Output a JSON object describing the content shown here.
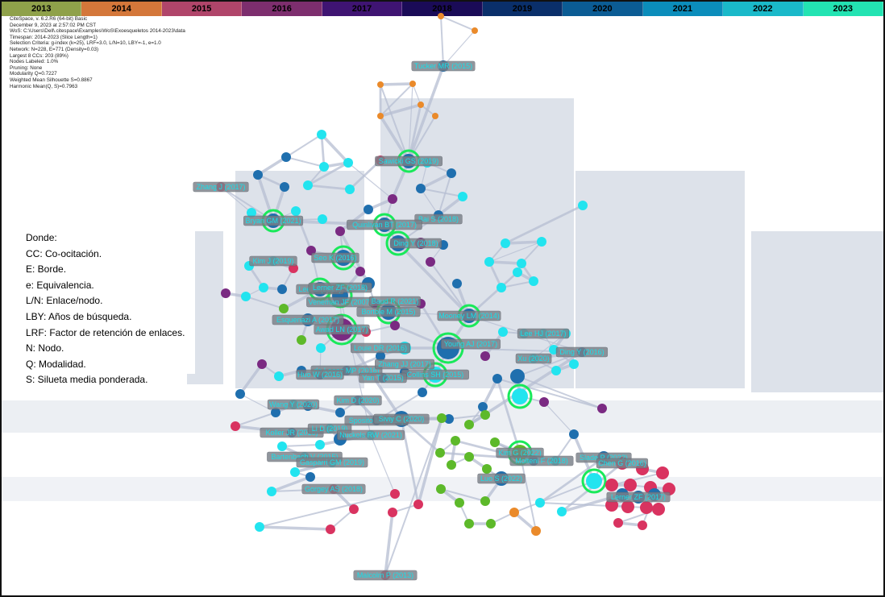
{
  "timeline": {
    "years": [
      {
        "label": "2013",
        "color": "#8fa14a"
      },
      {
        "label": "2014",
        "color": "#d4773a"
      },
      {
        "label": "2015",
        "color": "#b0456a"
      },
      {
        "label": "2016",
        "color": "#7d2e6e"
      },
      {
        "label": "2017",
        "color": "#3f1472"
      },
      {
        "label": "2018",
        "color": "#1a0b57"
      },
      {
        "label": "2019",
        "color": "#0a2f6a"
      },
      {
        "label": "2020",
        "color": "#0b5c94"
      },
      {
        "label": "2021",
        "color": "#0b8dbb"
      },
      {
        "label": "2022",
        "color": "#1ab9c9"
      },
      {
        "label": "2023",
        "color": "#23e3b2"
      }
    ]
  },
  "meta": {
    "lines": [
      "CiteSpace, v. 6.2.R6 (64-bit) Basic",
      "December 9, 2023 at 2:57:02 PM CST",
      "WoS: C:\\Users\\Dell\\.citespace\\Examples\\WoS\\Exoesqueletos 2014-2023\\data",
      "Timespan: 2014-2023 (Slice Length=1)",
      "Selection Criteria: g-index (k=25), LRF=3.0, L/N=10, LBY=-1, e=1.0",
      "Network: N=228, E=771 (Density=0.03)",
      "Largest 8 CCs: 203 (89%)",
      "Nodes Labeled: 1.0%",
      "Pruning: None",
      "Modularity Q=0.7227",
      "Weighted Mean Silhouette S=0.8867",
      "Harmonic Mean(Q, S)=0.7963"
    ]
  },
  "legend": {
    "title": "Donde:",
    "items": [
      "CC: Co-ocitación.",
      "E: Borde.",
      "e: Equivalencia.",
      "L/N: Enlace/nodo.",
      "LBY: Años de búsqueda.",
      "LRF: Factor de retención de enlaces.",
      "N: Nodo.",
      "Q: Modalidad.",
      "S: Silueta media ponderada."
    ]
  },
  "network": {
    "colors": {
      "cyan": "#22e4ef",
      "blue": "#1f6fae",
      "purple": "#7a2a82",
      "red": "#d93360",
      "green": "#5db92a",
      "orange": "#ea8a2a",
      "edge": "#b6bdd2",
      "ring": "#19e95a"
    },
    "labels": [
      "Tucker MR (2015)",
      "Sawicki GS (2019)",
      "Zhang J (2017)",
      "Bai S (2018)",
      "Bryan GM (2021)",
      "Quinlivan BT (2017)",
      "Ding Y (2018)",
      "Seo K (2016)",
      "Kim J (2019)",
      "Lee G (2017)",
      "Lerner ZF (2018)",
      "Awad LN (2017)",
      "Mooney LM (2014)",
      "Bortole M (2015)",
      "Esquenazi A (2017)",
      "Veneman JF (2007)",
      "Young AJ (2017)",
      "Louie DR (2016)",
      "Baud R (2021)",
      "de Looze MP (2016)",
      "Huo W (2016)",
      "Collins SH (2015)",
      "Zhang JJ (2017)",
      "Yan T (2015)",
      "Lee HJ (2017)",
      "Xu (2020)",
      "Ding Y (2016)",
      "Sposito M (2019)",
      "Siviy C (2020)",
      "Kim D (2020)",
      "Wang Y (2020)",
      "Koller JR (2016)",
      "Li D (2019)",
      "Nuckols RW (2021)",
      "Bartenbach V (2015)",
      "Gasparri GM (2019)",
      "Gorgey AS (2018)",
      "Malcolm P (2013)",
      "Luo S (2022)",
      "Kim G (2022)",
      "Molteni F (2018)",
      "Slade P (2022)",
      "Chen G (2016)",
      "Lerner ZF (2017)"
    ]
  }
}
